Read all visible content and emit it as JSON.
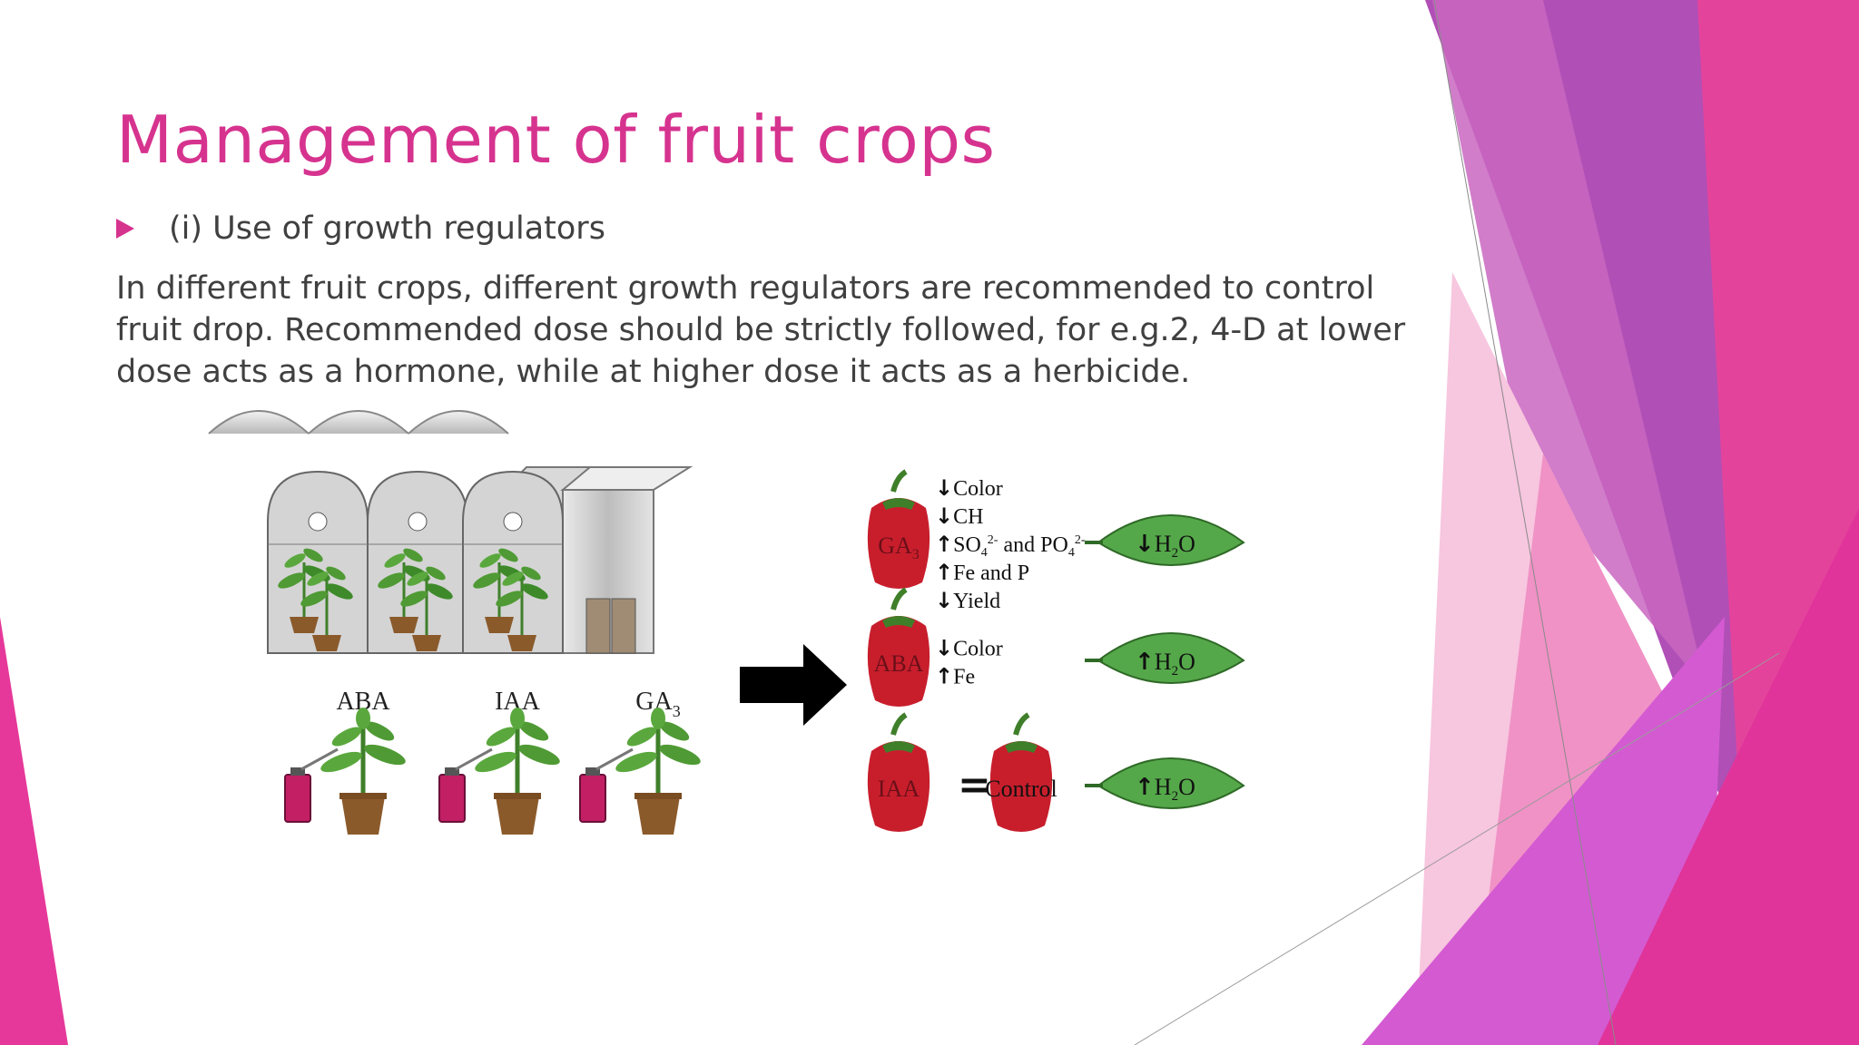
{
  "slide": {
    "title": "Management of fruit crops",
    "bullet": "(i) Use of growth regulators",
    "paragraph": "In different fruit crops, different growth regulators are recommended to control fruit drop. Recommended dose should be strictly followed, for e.g.2, 4-D at lower dose acts as a hormone, while at higher dose it acts as a herbicide."
  },
  "theme": {
    "accent": "#d6338f",
    "purple": "#b04fb6",
    "magenta": "#e6389a",
    "pink_light": "#f4b6d6",
    "text": "#404040"
  },
  "figure": {
    "treatments": [
      {
        "label": "ABA"
      },
      {
        "label": "IAA"
      },
      {
        "label": "GA",
        "subscript": "3"
      }
    ],
    "rows": [
      {
        "hormone": "GA",
        "hormone_sub": "3",
        "effects": [
          {
            "dir": "down",
            "text": "Color"
          },
          {
            "dir": "down",
            "text": "CH"
          },
          {
            "dir": "up",
            "text": "SO",
            "sub": "4",
            "sup": "2-",
            "tail": " and PO",
            "tail_sub": "4",
            "tail_sup": "2-"
          },
          {
            "dir": "up",
            "text": "Fe and P"
          },
          {
            "dir": "down",
            "text": "Yield"
          }
        ],
        "leaf": {
          "dir": "down",
          "text": "H",
          "sub": "2",
          "tail": "O"
        }
      },
      {
        "hormone": "ABA",
        "effects": [
          {
            "dir": "down",
            "text": "Color"
          },
          {
            "dir": "up",
            "text": "Fe"
          }
        ],
        "leaf": {
          "dir": "up",
          "text": "H",
          "sub": "2",
          "tail": "O"
        }
      },
      {
        "hormone": "IAA",
        "equals": "=",
        "control": "Control",
        "leaf": {
          "dir": "up",
          "text": "H",
          "sub": "2",
          "tail": "O"
        }
      }
    ]
  }
}
